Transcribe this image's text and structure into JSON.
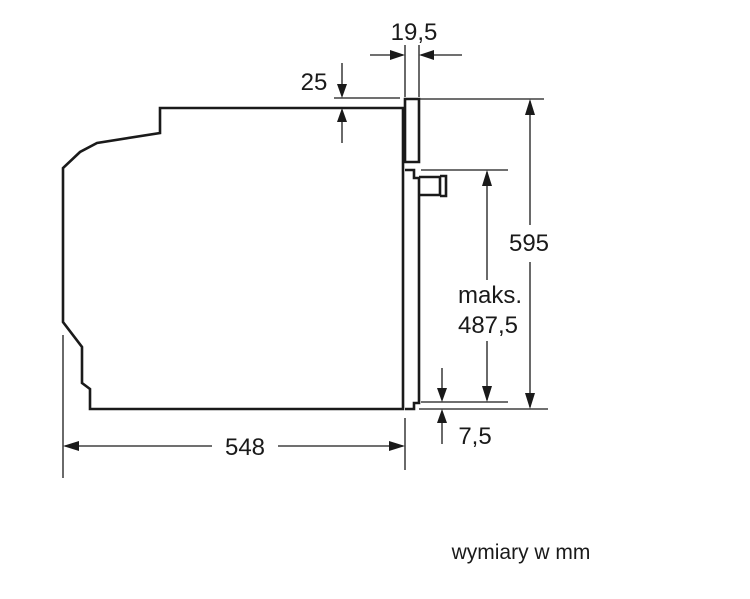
{
  "dimensions": {
    "top_gap": "25",
    "door_thickness": "19,5",
    "total_height": "595",
    "max_label": "maks.",
    "max_value": "487,5",
    "bottom_gap": "7,5",
    "depth": "548"
  },
  "note": "wymiary w mm",
  "colors": {
    "line": "#1a1a1a",
    "background": "#ffffff"
  }
}
